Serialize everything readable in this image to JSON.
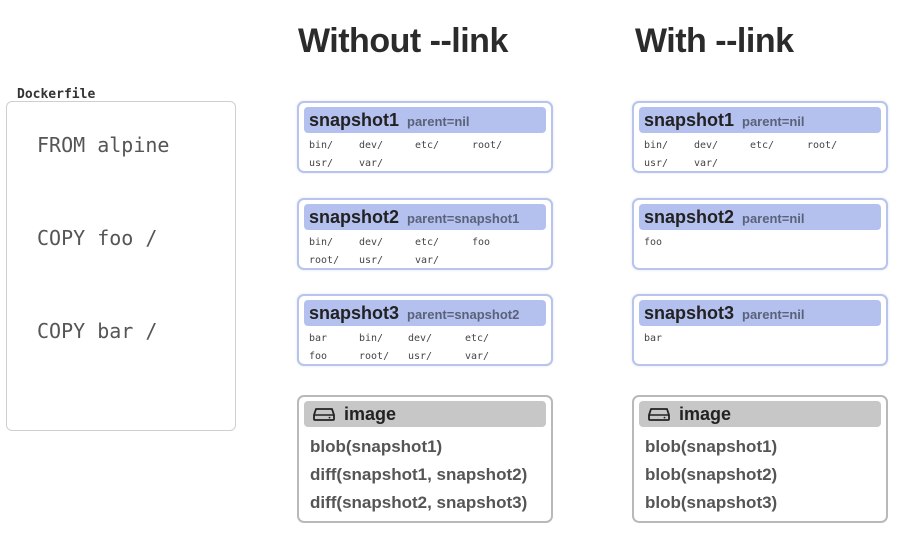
{
  "headings": {
    "without": "Without --link",
    "with": "With --link"
  },
  "dockerfile": {
    "label": "Dockerfile",
    "lines": [
      "FROM alpine",
      "COPY foo /",
      "COPY bar /"
    ]
  },
  "without": {
    "snapshots": [
      {
        "name": "snapshot1",
        "parent": "parent=nil",
        "rows": [
          [
            "bin/",
            "dev/",
            "etc/",
            "root/"
          ],
          [
            "usr/",
            "var/"
          ]
        ]
      },
      {
        "name": "snapshot2",
        "parent": "parent=snapshot1",
        "rows": [
          [
            "bin/",
            "dev/",
            "etc/",
            "foo"
          ],
          [
            "root/",
            "usr/",
            "var/"
          ]
        ]
      },
      {
        "name": "snapshot3",
        "parent": "parent=snapshot2",
        "rows": [
          [
            "bar",
            "bin/",
            "dev/",
            "etc/"
          ],
          [
            "foo",
            "root/",
            "usr/",
            "var/"
          ]
        ]
      }
    ],
    "image": {
      "title": "image",
      "icon": "disk-icon",
      "blobs": [
        "blob(snapshot1)",
        "diff(snapshot1, snapshot2)",
        "diff(snapshot2, snapshot3)"
      ]
    }
  },
  "with": {
    "snapshots": [
      {
        "name": "snapshot1",
        "parent": "parent=nil",
        "rows": [
          [
            "bin/",
            "dev/",
            "etc/",
            "root/"
          ],
          [
            "usr/",
            "var/"
          ]
        ]
      },
      {
        "name": "snapshot2",
        "parent": "parent=nil",
        "rows": [
          [
            "foo"
          ]
        ]
      },
      {
        "name": "snapshot3",
        "parent": "parent=nil",
        "rows": [
          [
            "bar"
          ]
        ]
      }
    ],
    "image": {
      "title": "image",
      "icon": "disk-icon",
      "blobs": [
        "blob(snapshot1)",
        "blob(snapshot2)",
        "blob(snapshot3)"
      ]
    }
  },
  "colors": {
    "snapshot_border": "#b8c4ec",
    "snapshot_header": "#b4c1ef",
    "image_border": "#b9b9b9",
    "image_header": "#c7c7c7"
  }
}
